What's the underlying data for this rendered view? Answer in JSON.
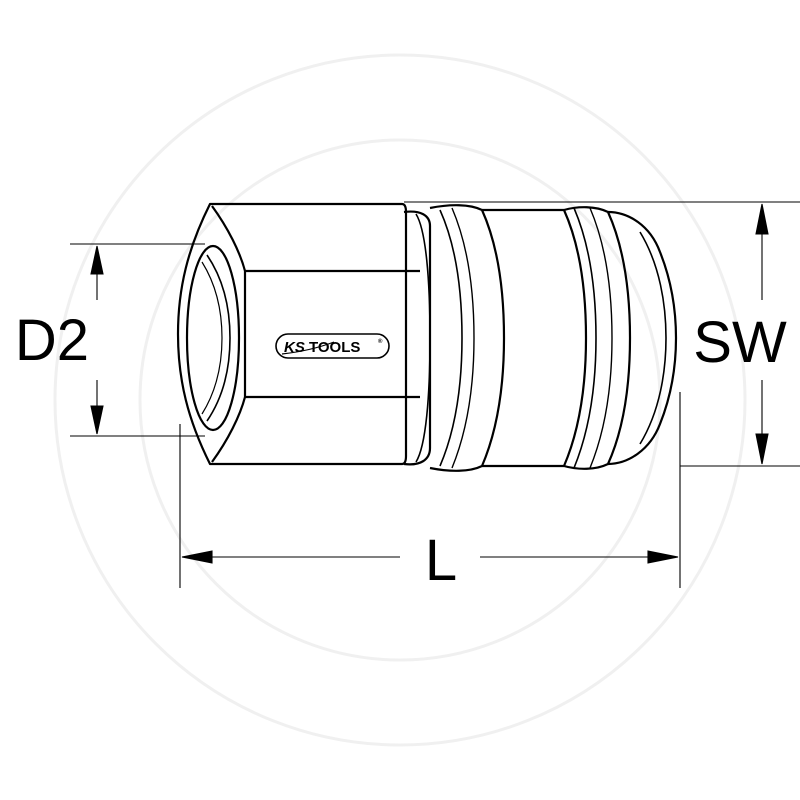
{
  "dimensions": {
    "d2": "D2",
    "sw": "SW",
    "l": "L"
  },
  "logo": {
    "brand_prefix": "KS",
    "brand_suffix": "TOOLS",
    "registered_mark": "®"
  },
  "colors": {
    "line": "#000000",
    "background": "#ffffff",
    "watermark": "#eeeeee"
  }
}
